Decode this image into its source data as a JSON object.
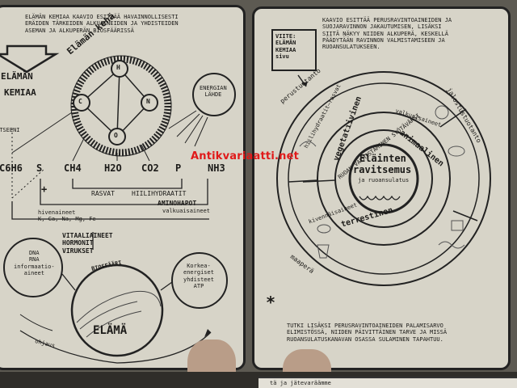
{
  "left": {
    "intro_text": "ELÄMÄN KEMIAA KAAVIO ESITTÄÄ HAVAINNOLLISESTI\nERÄIDEN TÄRKEIDEN ALKUAINEIDEN JA YHDISTEIDEN\nASEMAN JA ALKUPERÄN BIOSFÄÄRISSÄ",
    "title_line1": "ELÄMÄN",
    "title_line2": "KEMIAA",
    "ring_label": "Elämän kehä",
    "atoms": [
      "H",
      "C",
      "N",
      "O"
    ],
    "energy_source": "ENERGIAN\nLÄHDE",
    "cut_label": "NTSEENI",
    "chem_row": {
      "c6h6": "C6H6",
      "s": "S",
      "ch4": "CH4",
      "h2o": "H2O",
      "co2": "CO2",
      "p": "P",
      "nh3": "NH3"
    },
    "plus": "+",
    "rasvat": "RASVAT",
    "hiilihydraatit": "HIILIHYDRAATIT",
    "aminohapot": "AMINOHAPOT",
    "valkuaisaineet": "valkuaisaineet",
    "hivenaineet": "hivenaineet\nK, Ca, Na, Mg, Fe",
    "vitaali": "VITAALIAINEET\nHORMONIT\nVIRUKSET",
    "dna": "DNA\nRNA\ninformaatio-\naineet",
    "biosfaari": "BIOSFÄÄRI",
    "korkea": "Korkea-\nenergiset\nyhdisteet\nATP",
    "elama": "ELÄMÄ",
    "ohjaus": "ohjaus"
  },
  "right": {
    "intro_text": "KAAVIO ESITTÄÄ PERUSRAVINTOAINEIDEN JA\nSUOJARAVINNON JAKAUTUMISEN, LISÄKSI\nSIITÄ NÄKYY NIIDEN ALKUPERÄ, KESKELLÄ\nPÄÄDYTÄÄN RAVINNON VALMISTAMISEEN JA\nRUOANSULATUKSEEN.",
    "viite": "VIITE:\nELÄMÄN\nKEMIAA\nsivu",
    "perustuotanto": "perustuotanto",
    "jalostus": "jalostustuotanto",
    "maapera": "maaperä",
    "vegetatiivinen": "vegetatiivinen",
    "animaalinen": "animaalinen",
    "terrestinen": "terrestinen",
    "valkuaisaineet": "valkuaisaineet",
    "hiilihydraatit": "hiilihydraatit—rasvat",
    "ravinto_valmistus": "RUOAN VALMISTAMINEN SYÖTÄVÄKSI",
    "center_line1": "Eläinten",
    "center_line2": "ravitsemus",
    "center_line3": "ja ruoansulatus",
    "kivennaisaineet": "kivennäisaineet",
    "asterisk": "*",
    "footer_text": "TUTKI LISÄKSI PERUSRAVINTOAINEIDEN PALAMISARVO\nELIMISTÖSSÄ, NIIDEN PÄIVITTÄINEN TARVE JA MISSÄ\nRUOANSULATUSKANAVAN OSASSA SULAMINEN TAPAHTUU."
  },
  "watermark": "Antikvariaatti.net",
  "bottom_strip_text": "tä ja jätevaräämme"
}
